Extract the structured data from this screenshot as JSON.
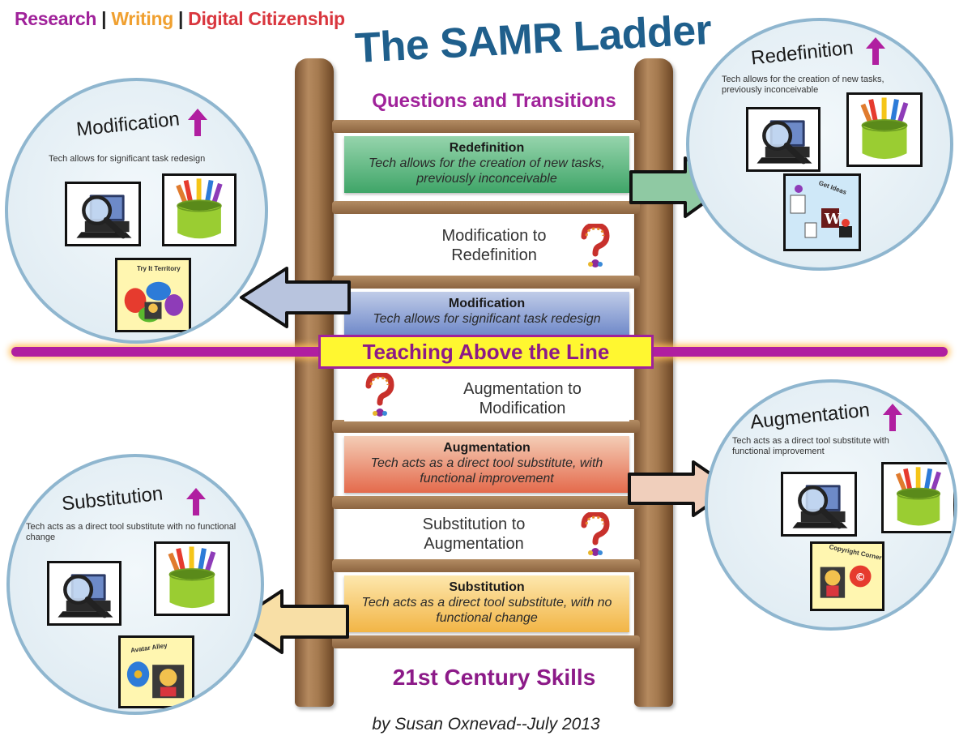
{
  "header": {
    "nav": [
      {
        "label": "Research",
        "color": "#a0229a"
      },
      {
        "label": "Writing",
        "color": "#f0a030"
      },
      {
        "label": "Digital Citizenship",
        "color": "#d9363e"
      }
    ],
    "nav_separator": "|",
    "title": "The SAMR Ladder",
    "subtitle": "Questions and Transitions"
  },
  "ladder": {
    "levels": {
      "redefinition": {
        "name": "Redefinition",
        "desc": "Tech allows for the creation of new tasks, previously inconceivable"
      },
      "modification": {
        "name": "Modification",
        "desc": "Tech allows for significant task redesign"
      },
      "augmentation": {
        "name": "Augmentation",
        "desc": "Tech acts as a direct tool substitute, with functional improvement"
      },
      "substitution": {
        "name": "Substitution",
        "desc": "Tech acts as a direct tool substitute, with no functional change"
      }
    },
    "transitions": {
      "mod_to_redef": {
        "line1": "Modification to",
        "line2": "Redefinition"
      },
      "aug_to_mod": {
        "line1": "Augmentation to",
        "line2": "Modification"
      },
      "sub_to_aug": {
        "line1": "Substitution to",
        "line2": "Augmentation"
      }
    },
    "line_label": "Teaching Above the Line",
    "bottom_label": "21st Century Skills"
  },
  "circles": {
    "modification": {
      "title": "Modification",
      "desc": "Tech allows for significant task redesign",
      "tile_label": "Try It Territory"
    },
    "redefinition": {
      "title": "Redefinition",
      "desc": "Tech allows for the creation of new tasks, previously inconceivable",
      "tile_label": "Get Ideas"
    },
    "augmentation": {
      "title": "Augmentation",
      "desc": "Tech acts as a direct tool substitute with functional improvement",
      "tile_label": "Copyright Corner"
    },
    "substitution": {
      "title": "Substitution",
      "desc": "Tech acts as a direct tool substitute with no functional change",
      "tile_label": "Avatar Alley"
    }
  },
  "footer": {
    "byline": "by Susan Oxnevad--July 2013"
  },
  "icons": [
    "magnifier-laptop-icon",
    "pencil-cup-icon",
    "question-mark-icon",
    "up-arrow-icon"
  ],
  "colors": {
    "title": "#1f5f8c",
    "purple": "#a0229a",
    "line": "#b01fa0",
    "highlight": "#fff730",
    "circle_border": "#8fb6cf",
    "redefinition": "#3fa568",
    "modification": "#6c86c8",
    "augmentation": "#e46a4c",
    "substitution": "#f2b546"
  }
}
